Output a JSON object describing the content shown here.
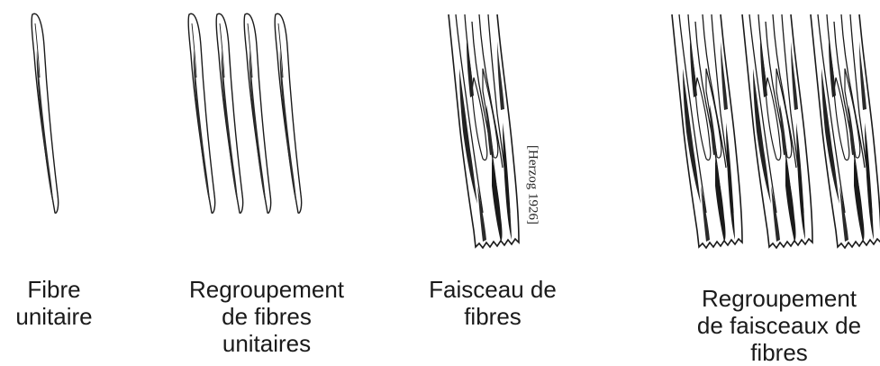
{
  "captions": {
    "fibre_unitaire": [
      "Fibre",
      "unitaire"
    ],
    "regroupement_fibres": [
      "Regroupement",
      "de fibres",
      "unitaires"
    ],
    "faisceau": [
      "Faisceau de",
      "fibres"
    ],
    "regroupement_faisceaux": [
      "Regroupement",
      "de faisceaux de",
      "fibres"
    ]
  },
  "citation": "[Herzog 1926]",
  "colors": {
    "ink": "#1a1a1a",
    "background": "#ffffff"
  }
}
